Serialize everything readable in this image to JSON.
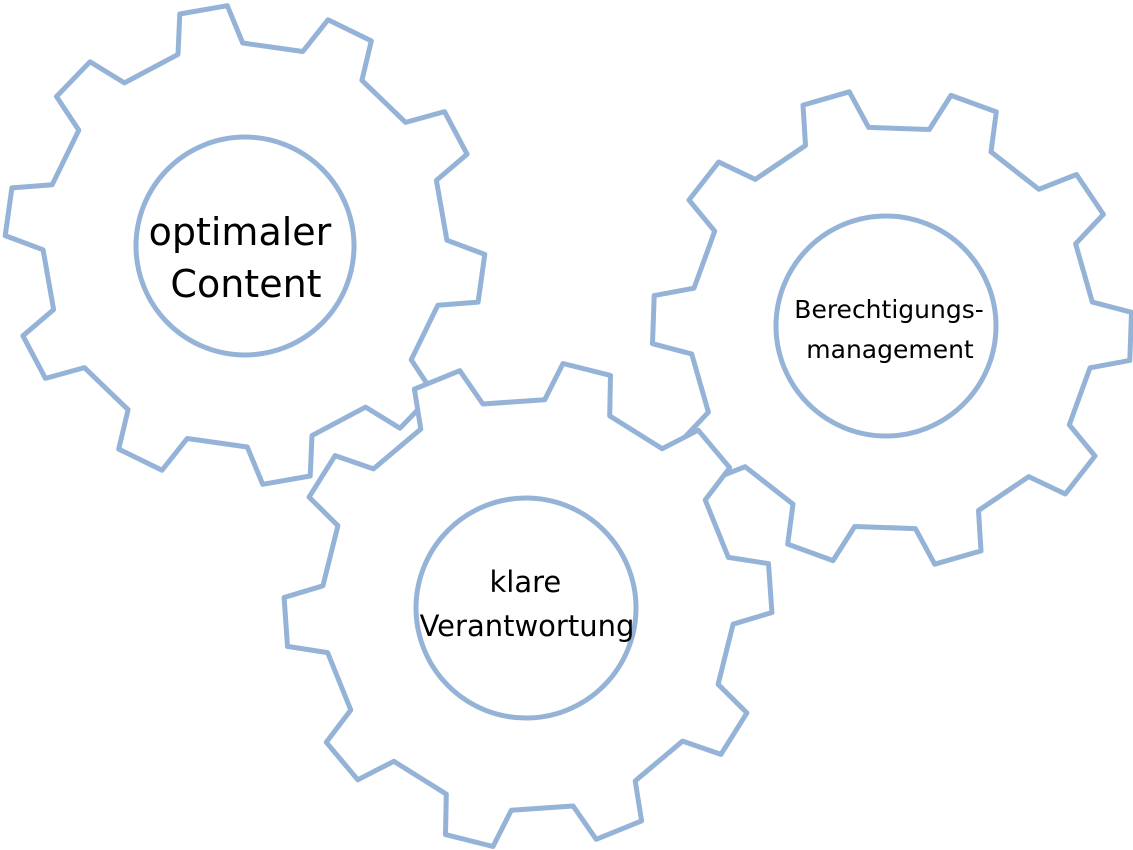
{
  "diagram": {
    "stroke_color": "#95b3d7",
    "gears": [
      {
        "id": "content",
        "label_lines": [
          "optimaler",
          "Content"
        ]
      },
      {
        "id": "permissions",
        "label_lines": [
          "Berechtigungs-",
          "management"
        ]
      },
      {
        "id": "responsibility",
        "label_lines": [
          "klare",
          "Verantwortung"
        ]
      }
    ]
  }
}
